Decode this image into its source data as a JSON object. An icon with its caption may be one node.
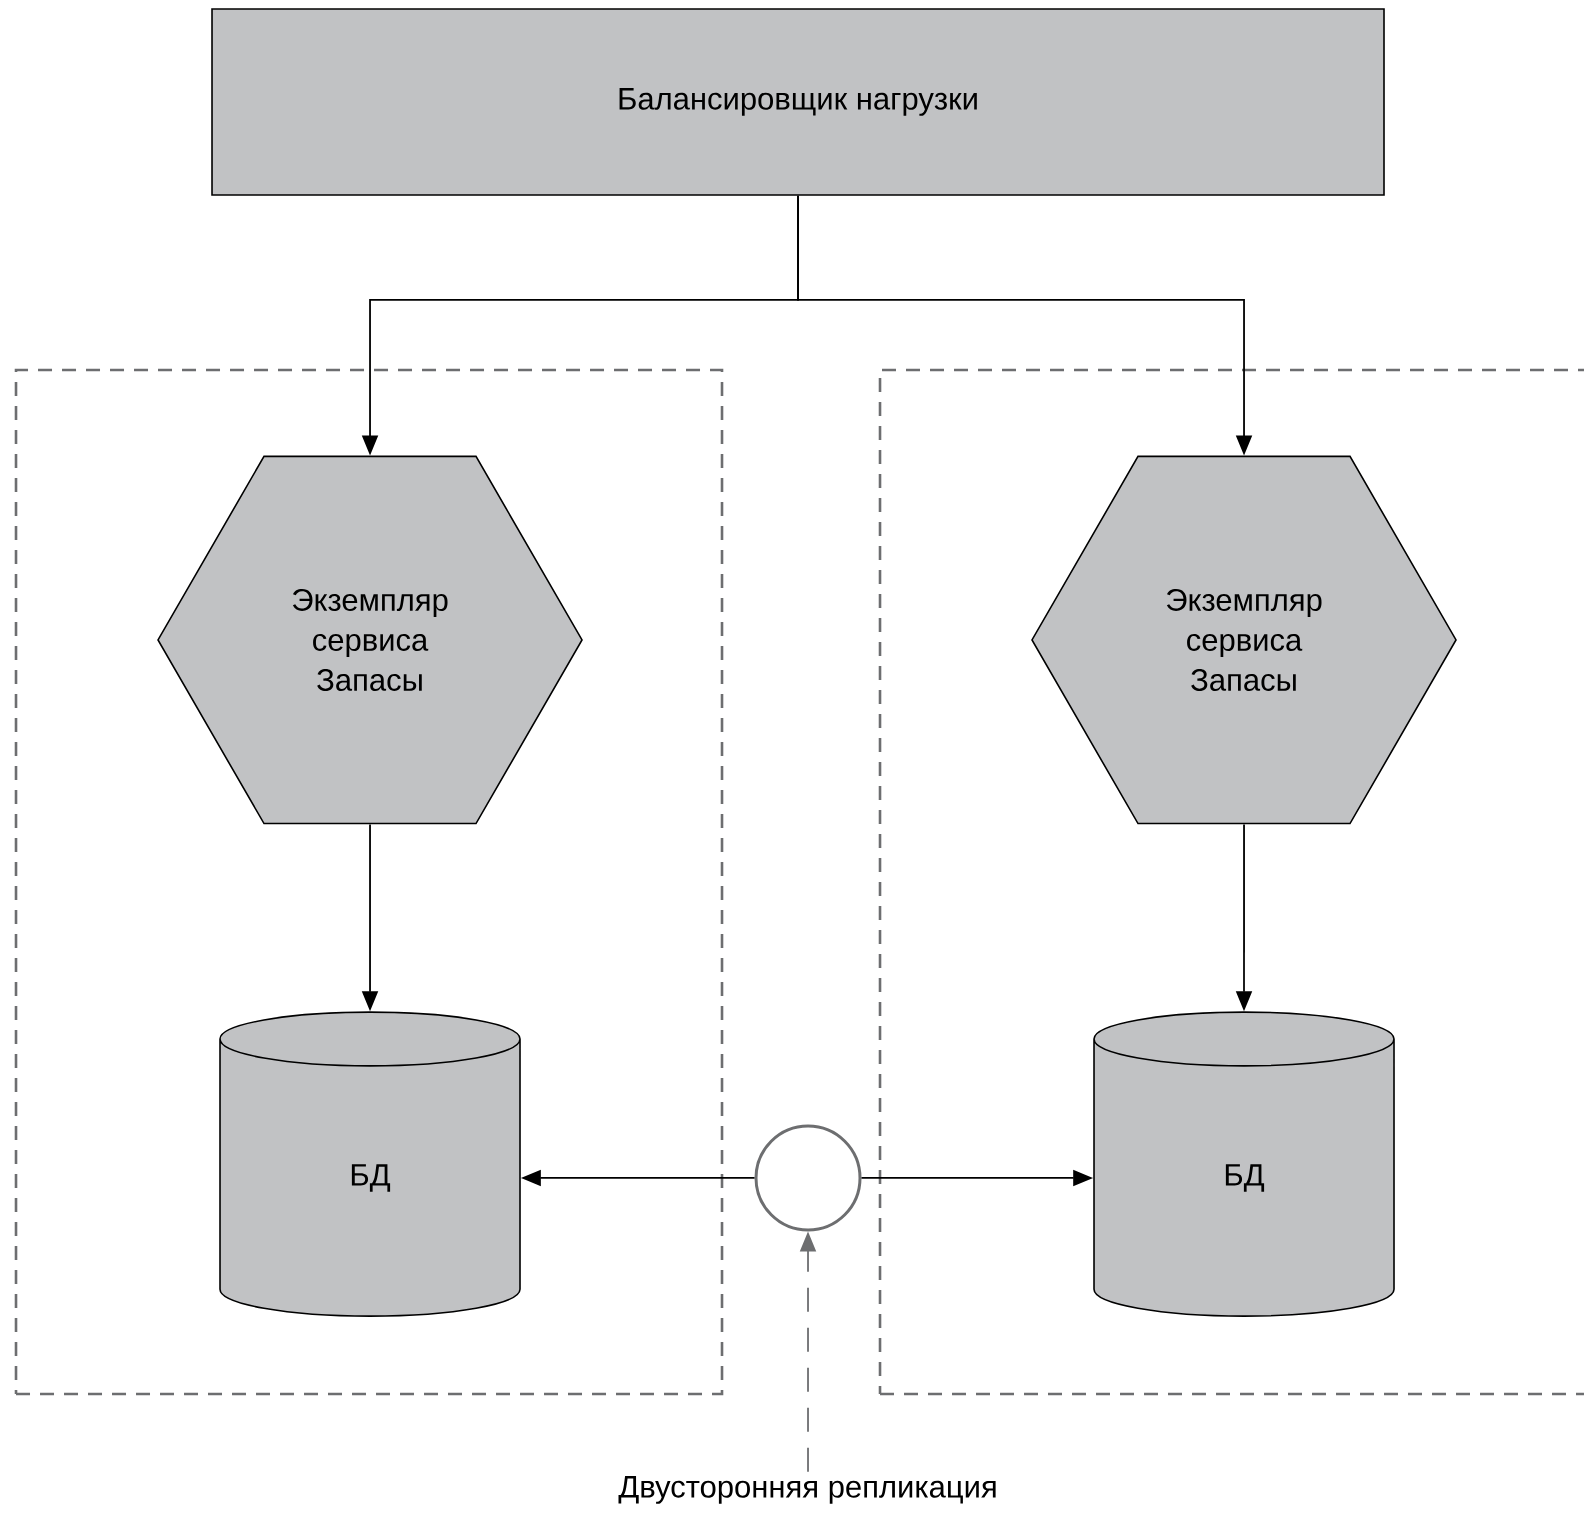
{
  "diagram": {
    "nodes": [
      {
        "text": [
          "Балансировщик нагрузки"
        ]
      },
      {
        "text": [],
        "shape": "box"
      },
      {
        "text": [
          "Экземпляр сервиса Запасы"
        ],
        "in": 1
      },
      {
        "text": [
          "БД"
        ],
        "in": 1
      },
      {
        "text": [],
        "shape": "box"
      },
      {
        "text": [
          "Экземпляр сервиса Запасы"
        ],
        "in": 4
      },
      {
        "text": [
          "БД"
        ],
        "in": 4
      },
      {
        "text": [],
        "shape": "circle"
      },
      {
        "text": [
          "Двусторонняя репликация"
        ]
      }
    ],
    "edges": [
      {
        "from": 0,
        "to": 2,
        "arrow": "to"
      },
      {
        "from": 0,
        "to": 5,
        "arrow": "to"
      },
      {
        "from": 2,
        "to": 3,
        "arrow": "to"
      },
      {
        "from": 5,
        "to": 6,
        "arrow": "to"
      },
      {
        "from": 7,
        "to": 3,
        "arrow": "to"
      },
      {
        "from": 7,
        "to": 6,
        "arrow": "to"
      },
      {
        "from": 8,
        "to": 7,
        "arrow": "to",
        "style": "dashed",
        "color": "#6d6e70"
      }
    ]
  }
}
